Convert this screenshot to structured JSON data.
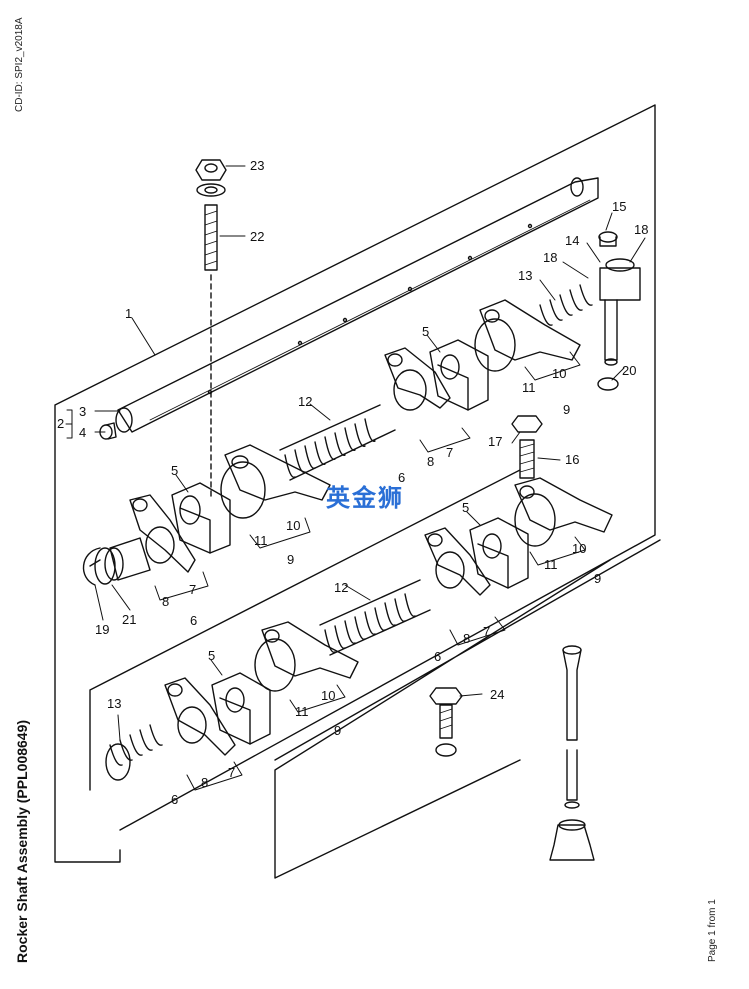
{
  "document": {
    "cd_id": "CD-ID: SPI2_v2018A",
    "title": "Rocker Shaft Assembly (PPL008649)",
    "page": "Page 1 from 1",
    "watermark": "英金狮"
  },
  "callouts": [
    {
      "id": "c1",
      "text": "1"
    },
    {
      "id": "c2",
      "text": "2"
    },
    {
      "id": "c3",
      "text": "3"
    },
    {
      "id": "c4",
      "text": "4"
    },
    {
      "id": "c5a",
      "text": "5"
    },
    {
      "id": "c5b",
      "text": "5"
    },
    {
      "id": "c5c",
      "text": "5"
    },
    {
      "id": "c5d",
      "text": "5"
    },
    {
      "id": "c6a",
      "text": "6"
    },
    {
      "id": "c6b",
      "text": "6"
    },
    {
      "id": "c6c",
      "text": "6"
    },
    {
      "id": "c6d",
      "text": "6"
    },
    {
      "id": "c7a",
      "text": "7"
    },
    {
      "id": "c7b",
      "text": "7"
    },
    {
      "id": "c7c",
      "text": "7"
    },
    {
      "id": "c7d",
      "text": "7"
    },
    {
      "id": "c8a",
      "text": "8"
    },
    {
      "id": "c8b",
      "text": "8"
    },
    {
      "id": "c8c",
      "text": "8"
    },
    {
      "id": "c8d",
      "text": "8"
    },
    {
      "id": "c9a",
      "text": "9"
    },
    {
      "id": "c9b",
      "text": "9"
    },
    {
      "id": "c9c",
      "text": "9"
    },
    {
      "id": "c9d",
      "text": "9"
    },
    {
      "id": "c10a",
      "text": "10"
    },
    {
      "id": "c10b",
      "text": "10"
    },
    {
      "id": "c10c",
      "text": "10"
    },
    {
      "id": "c10d",
      "text": "10"
    },
    {
      "id": "c11a",
      "text": "11"
    },
    {
      "id": "c11b",
      "text": "11"
    },
    {
      "id": "c11c",
      "text": "11"
    },
    {
      "id": "c11d",
      "text": "11"
    },
    {
      "id": "c12a",
      "text": "12"
    },
    {
      "id": "c12b",
      "text": "12"
    },
    {
      "id": "c13a",
      "text": "13"
    },
    {
      "id": "c13b",
      "text": "13"
    },
    {
      "id": "c14",
      "text": "14"
    },
    {
      "id": "c15",
      "text": "15"
    },
    {
      "id": "c16",
      "text": "16"
    },
    {
      "id": "c17",
      "text": "17"
    },
    {
      "id": "c18a",
      "text": "18"
    },
    {
      "id": "c18b",
      "text": "18"
    },
    {
      "id": "c19",
      "text": "19"
    },
    {
      "id": "c20",
      "text": "20"
    },
    {
      "id": "c21",
      "text": "21"
    },
    {
      "id": "c22",
      "text": "22"
    },
    {
      "id": "c23",
      "text": "23"
    },
    {
      "id": "c24",
      "text": "24"
    }
  ]
}
